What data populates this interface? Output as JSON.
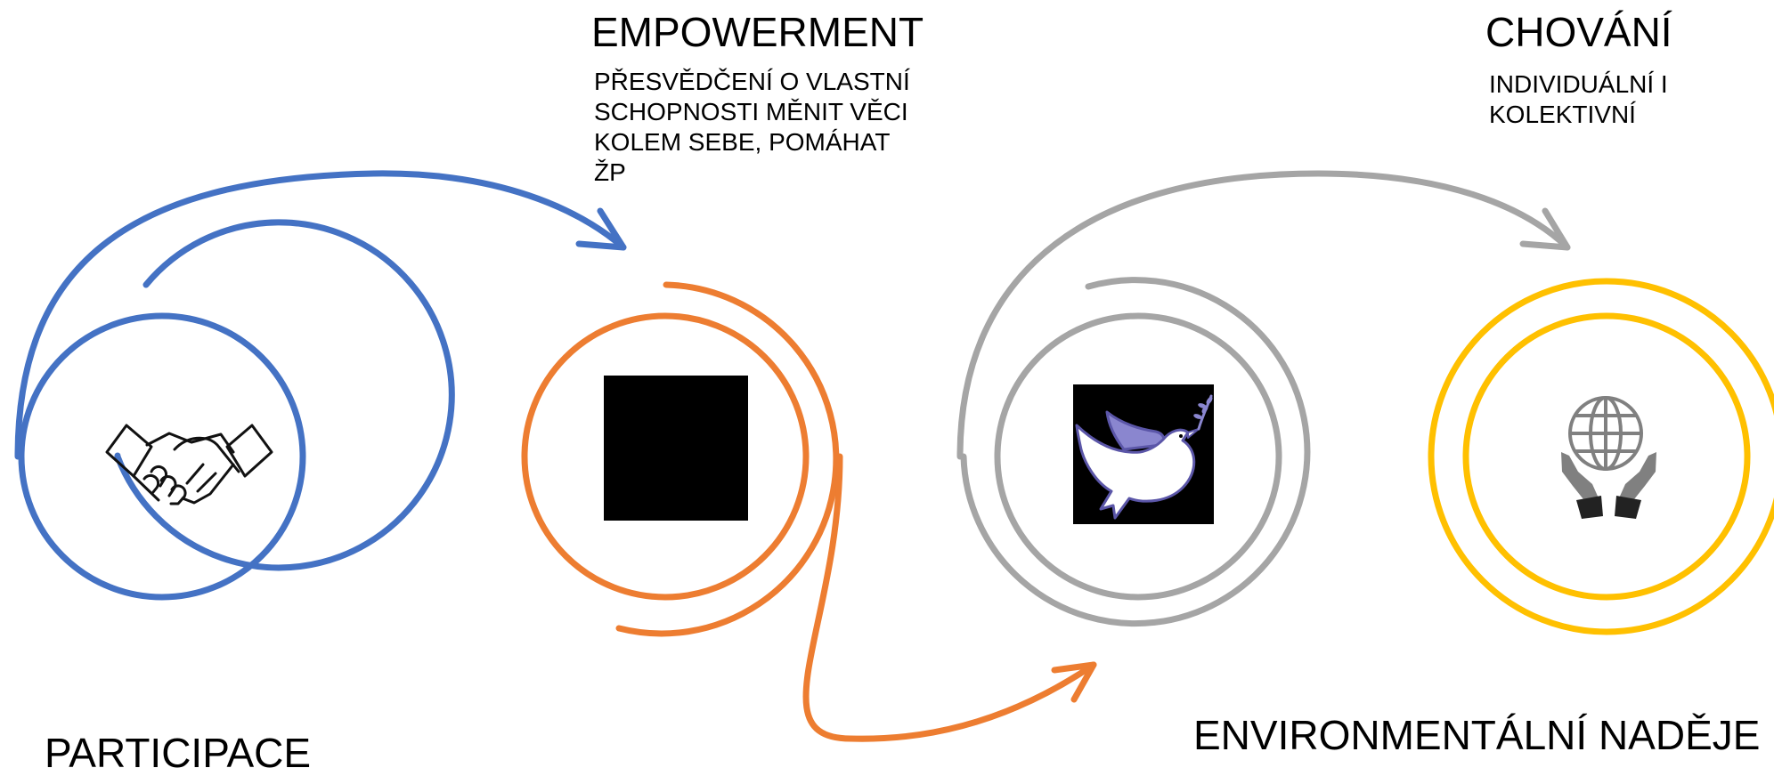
{
  "colors": {
    "participation": "#4472C4",
    "empowerment": "#ED7D31",
    "hope": "#A5A5A5",
    "behavior": "#FFC000"
  },
  "stages": [
    {
      "id": "participace",
      "title": "PARTICIPACE",
      "description": "",
      "icon": "handshake-icon",
      "color": "#4472C4"
    },
    {
      "id": "empowerment",
      "title": "EMPOWERMENT",
      "description": "PŘESVĚDČENÍ O VLASTNÍ\nSCHOPNOSTI MĚNIT VĚCI\nKOLEM SEBE, POMÁHAT\nŽP",
      "icon": "black-square-image",
      "color": "#ED7D31"
    },
    {
      "id": "nadeje",
      "title": "ENVIRONMENTÁLNÍ NADĚJE",
      "description": "",
      "icon": "dove-icon",
      "color": "#A5A5A5"
    },
    {
      "id": "chovani",
      "title": "CHOVÁNÍ",
      "description": "INDIVIDUÁLNÍ I\nKOLEKTIVNÍ",
      "icon": "globe-in-hands-icon",
      "color": "#FFC000"
    }
  ]
}
